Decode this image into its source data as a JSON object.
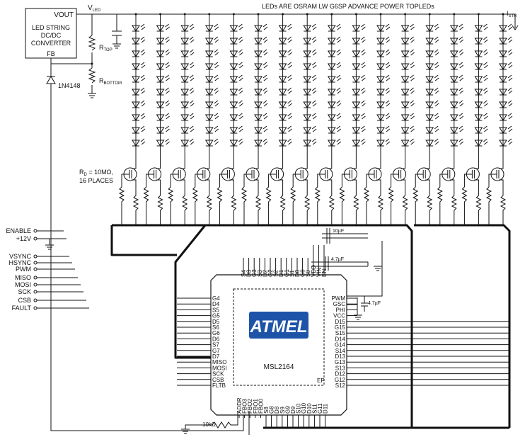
{
  "converter": {
    "vout": "VOUT",
    "line1": "LED STRING",
    "line2": "DC/DC",
    "line3": "CONVERTER",
    "fb": "FB"
  },
  "labels": {
    "vled": "V",
    "vled_sub": "LED",
    "rtop": "R",
    "rtop_sub": "TOP",
    "rbottom": "R",
    "rbottom_sub": "BOTTOM",
    "diode": "1N4148",
    "leds_note": "LEDs ARE OSRAM LW G6SP ADVANCE POWER TOPLEDs",
    "istr": "I",
    "istr_sub": "STR",
    "rd_line1": "R",
    "rd_sub": "D",
    "rd_line1_rest": " = 10MΩ,",
    "rd_line2": "16 PLACES",
    "cap1": "10µF",
    "cap2": "4.7µF",
    "cap3": "4.7µF",
    "res_fb": "10kΩ"
  },
  "inputs": [
    "ENABLE",
    "+12V",
    "VSYNC",
    "HSYNC",
    "PWM",
    "MISO",
    "MOSI",
    "SCK",
    "CSB",
    "FAULT"
  ],
  "chip": {
    "brand": "ATMEL",
    "part": "MSL2164",
    "ep": "EP",
    "left_pins": [
      "G4",
      "D4",
      "S5",
      "G5",
      "D5",
      "S6",
      "G6",
      "D6",
      "S7",
      "G7",
      "D7",
      "MISO",
      "MOSI",
      "SCK",
      "CSB",
      "FLTB"
    ],
    "right_pins": [
      "PWM",
      "GSC",
      "PHI",
      "VCC",
      "D15",
      "G15",
      "S15",
      "D14",
      "G14",
      "S14",
      "D13",
      "G13",
      "S13",
      "D12",
      "G12",
      "S12"
    ],
    "top_pins": [
      "S4",
      "D3",
      "G3",
      "S3",
      "D2",
      "G2",
      "S2",
      "D1",
      "G1",
      "S1",
      "D0",
      "G0",
      "S0",
      "VDD",
      "VIN",
      "EN"
    ],
    "bottom_pins": [
      "ADDR",
      "FBO3",
      "FBO2",
      "FBO1",
      "FBO0",
      "S8",
      "G8",
      "D8",
      "S9",
      "G9",
      "D9",
      "S10",
      "G10",
      "D10",
      "S11",
      "G11",
      "D11"
    ]
  },
  "layout_params": {
    "led_columns": 16,
    "leds_per_string": 10
  }
}
